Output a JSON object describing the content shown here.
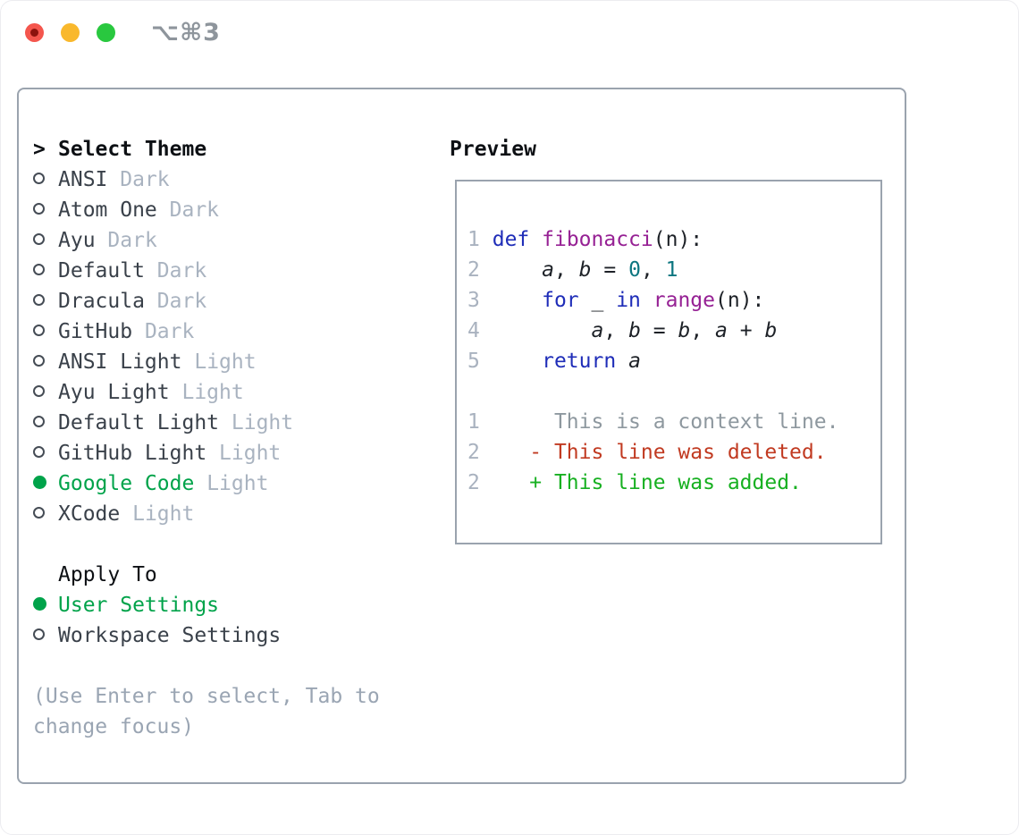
{
  "window": {
    "title": "⌥⌘3",
    "traffic_lights": {
      "close": "close",
      "minimize": "minimize",
      "zoom": "zoom"
    }
  },
  "theme_panel": {
    "header_prefix": ">",
    "header_label": "Select Theme",
    "themes": [
      {
        "name": "ANSI",
        "tag": "Dark",
        "selected": false
      },
      {
        "name": "Atom One",
        "tag": "Dark",
        "selected": false
      },
      {
        "name": "Ayu",
        "tag": "Dark",
        "selected": false
      },
      {
        "name": "Default",
        "tag": "Dark",
        "selected": false
      },
      {
        "name": "Dracula",
        "tag": "Dark",
        "selected": false
      },
      {
        "name": "GitHub",
        "tag": "Dark",
        "selected": false
      },
      {
        "name": "ANSI Light",
        "tag": "Light",
        "selected": false
      },
      {
        "name": "Ayu Light",
        "tag": "Light",
        "selected": false
      },
      {
        "name": "Default Light",
        "tag": "Light",
        "selected": false
      },
      {
        "name": "GitHub Light",
        "tag": "Light",
        "selected": false
      },
      {
        "name": "Google Code",
        "tag": "Light",
        "selected": true
      },
      {
        "name": "XCode",
        "tag": "Light",
        "selected": false
      }
    ],
    "apply_to": {
      "label": "Apply To",
      "options": [
        {
          "name": "User Settings",
          "selected": true
        },
        {
          "name": "Workspace Settings",
          "selected": false
        }
      ]
    },
    "hint_lines": [
      "(Use Enter to select, Tab to",
      "change focus)"
    ]
  },
  "preview": {
    "label": "Preview",
    "lines": [
      {
        "num": "1",
        "tokens": [
          [
            "def",
            "kw"
          ],
          [
            " ",
            "pl"
          ],
          [
            "fibonacci",
            "fn"
          ],
          [
            "(n):",
            "pl"
          ]
        ]
      },
      {
        "num": "2",
        "tokens": [
          [
            "    ",
            "pl"
          ],
          [
            "a",
            "var"
          ],
          [
            ", ",
            "pl"
          ],
          [
            "b",
            "var"
          ],
          [
            " = ",
            "pl"
          ],
          [
            "0",
            "num"
          ],
          [
            ", ",
            "pl"
          ],
          [
            "1",
            "num"
          ]
        ]
      },
      {
        "num": "3",
        "tokens": [
          [
            "    ",
            "pl"
          ],
          [
            "for",
            "kw"
          ],
          [
            " _ ",
            "pl"
          ],
          [
            "in",
            "kw"
          ],
          [
            " ",
            "pl"
          ],
          [
            "range",
            "fn"
          ],
          [
            "(n):",
            "pl"
          ]
        ]
      },
      {
        "num": "4",
        "tokens": [
          [
            "        ",
            "pl"
          ],
          [
            "a",
            "var"
          ],
          [
            ", ",
            "pl"
          ],
          [
            "b",
            "var"
          ],
          [
            " = ",
            "pl"
          ],
          [
            "b",
            "var"
          ],
          [
            ", ",
            "pl"
          ],
          [
            "a",
            "var"
          ],
          [
            " + ",
            "pl"
          ],
          [
            "b",
            "var"
          ]
        ]
      },
      {
        "num": "5",
        "tokens": [
          [
            "    ",
            "pl"
          ],
          [
            "return",
            "kw"
          ],
          [
            " ",
            "pl"
          ],
          [
            "a",
            "var"
          ]
        ]
      },
      {
        "num": "",
        "tokens": []
      },
      {
        "num": "1",
        "tokens": [
          [
            "     This is a context line.",
            "ctx"
          ]
        ]
      },
      {
        "num": "2",
        "tokens": [
          [
            "   - This line was deleted.",
            "del"
          ]
        ]
      },
      {
        "num": "2",
        "tokens": [
          [
            "   + This line was added.",
            "add"
          ]
        ]
      }
    ]
  },
  "colors": {
    "accent_green": "#00a34a",
    "syntax_keyword": "#1f2db8",
    "syntax_function": "#962194",
    "syntax_number": "#0d7680",
    "syntax_plain": "#1d2127",
    "diff_context": "#8e989f",
    "diff_deleted": "#c13a21",
    "diff_added": "#17b021",
    "border_gray": "#9aa3ae"
  }
}
